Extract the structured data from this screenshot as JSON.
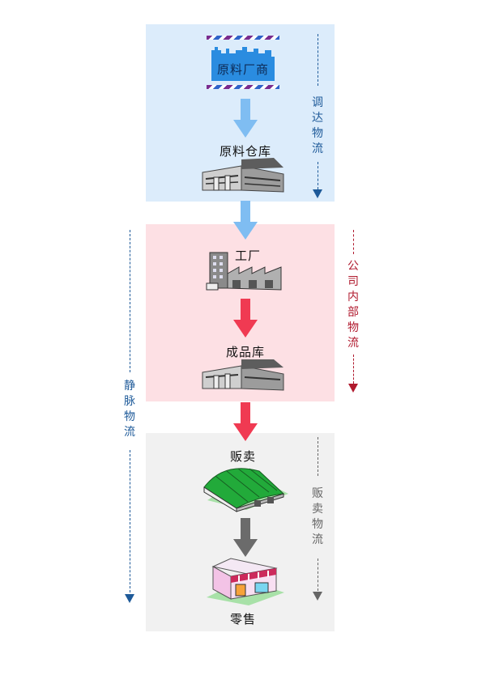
{
  "nodes": {
    "supplier": "原料厂商",
    "material_warehouse": "原料仓库",
    "factory": "工厂",
    "product_warehouse": "成品库",
    "sales": "贩卖",
    "retail": "零售"
  },
  "side_labels": {
    "procurement": "调达物流",
    "internal": "公司内部物流",
    "reverse": "静脉物流",
    "sales": "贩卖物流"
  },
  "colors": {
    "panel_procurement": "#dcecfb",
    "panel_internal": "#fde0e4",
    "panel_sales": "#f1f1f1",
    "arrow_blue": "#7fbdf2",
    "arrow_red": "#f03a52",
    "arrow_gray": "#6b6b6b",
    "text_blue": "#1e5a99",
    "text_red": "#b01a2e",
    "text_gray": "#666666"
  }
}
